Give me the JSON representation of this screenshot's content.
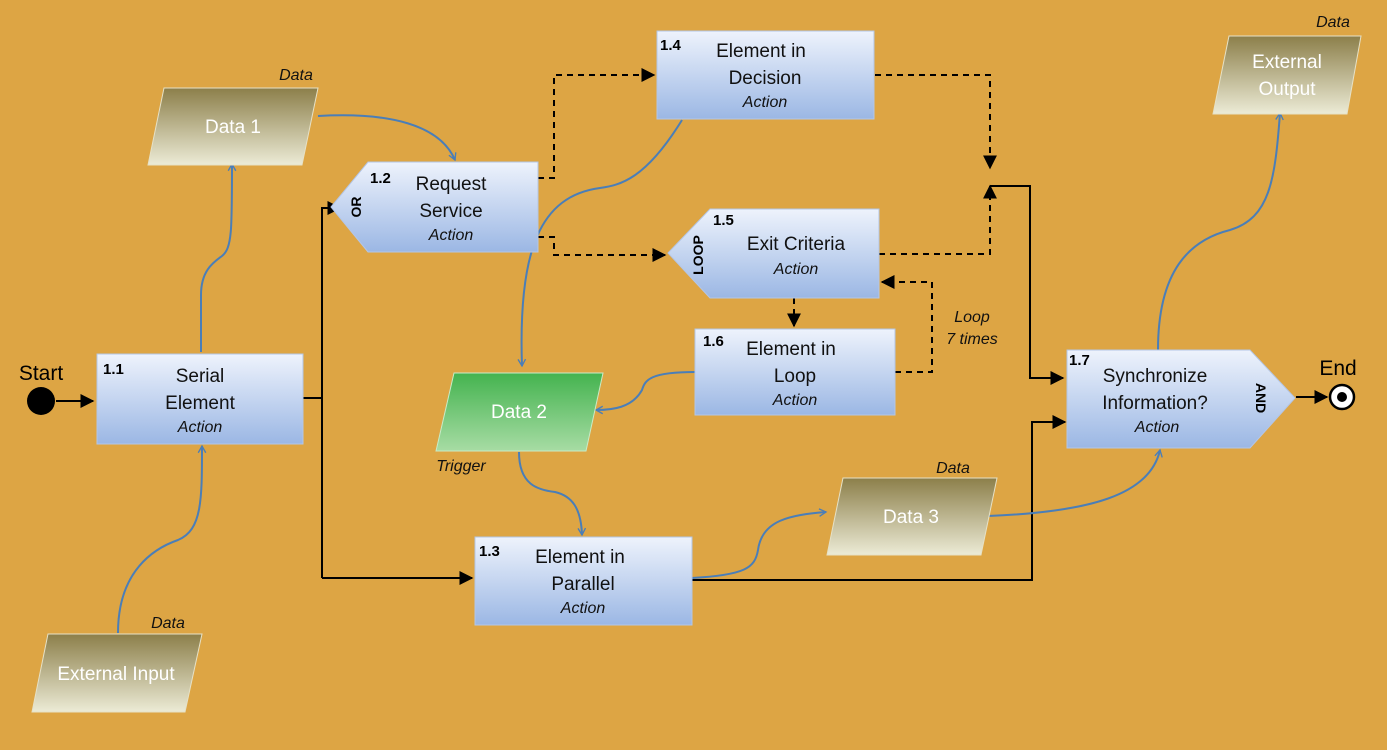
{
  "terminals": {
    "start": "Start",
    "end": "End"
  },
  "actions": [
    {
      "id": "1.1",
      "lines": [
        "Serial",
        "Element"
      ],
      "sub": "Action"
    },
    {
      "id": "1.2",
      "lines": [
        "Request",
        "Service"
      ],
      "sub": "Action",
      "gate": "OR"
    },
    {
      "id": "1.3",
      "lines": [
        "Element in",
        "Parallel"
      ],
      "sub": "Action"
    },
    {
      "id": "1.4",
      "lines": [
        "Element in",
        "Decision"
      ],
      "sub": "Action"
    },
    {
      "id": "1.5",
      "lines": [
        "Exit Criteria"
      ],
      "sub": "Action",
      "gate": "LOOP"
    },
    {
      "id": "1.6",
      "lines": [
        "Element in",
        "Loop"
      ],
      "sub": "Action"
    },
    {
      "id": "1.7",
      "lines": [
        "Synchronize",
        "Information?"
      ],
      "sub": "Action",
      "gate": "AND"
    }
  ],
  "data_items": [
    {
      "key": "data1",
      "lines": [
        "Data 1"
      ],
      "note": "Data"
    },
    {
      "key": "data2",
      "lines": [
        "Data 2"
      ],
      "note": "Trigger"
    },
    {
      "key": "data3",
      "lines": [
        "Data 3"
      ],
      "note": "Data"
    },
    {
      "key": "external_input",
      "lines": [
        "External Input"
      ],
      "note": "Data"
    },
    {
      "key": "external_output",
      "lines": [
        "External",
        "Output"
      ],
      "note": "Data"
    }
  ],
  "loop_note": [
    "Loop",
    "7 times"
  ],
  "colors": {
    "background": "#dda544",
    "action_fill_top": "#eef3fc",
    "action_fill_bottom": "#9bb7e4",
    "data_fill_top": "#8c7f4a",
    "data_fill_bottom": "#ecebd6",
    "trigger_fill_top": "#44b34f",
    "trigger_fill_bottom": "#a7dca4",
    "flow_line": "#000000",
    "data_line": "#4a7eb8"
  }
}
